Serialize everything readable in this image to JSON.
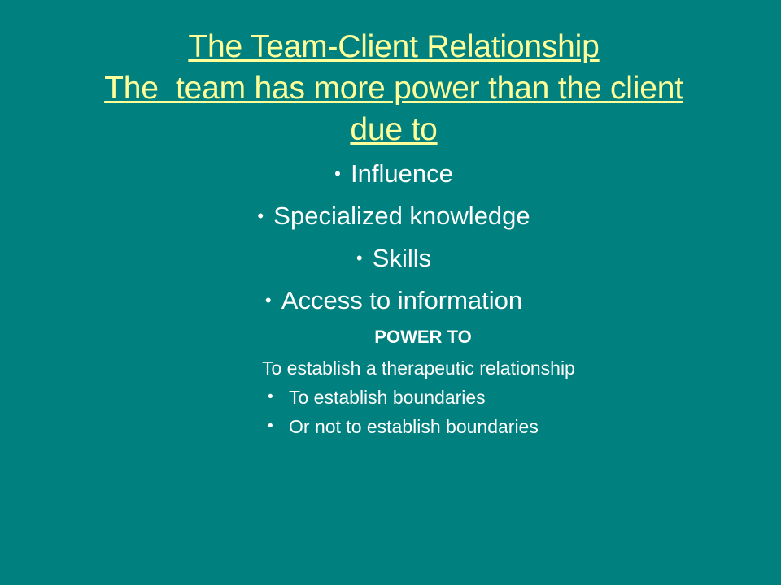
{
  "slide": {
    "background_color": "#008080",
    "title_color": "#FFFF99",
    "body_color": "#FFFFFF",
    "title": {
      "line1": "The Team-Client Relationship",
      "line2": "The  team has more power than the client",
      "line3": "due to"
    },
    "bullets": [
      {
        "marker": "•",
        "text": "Influence"
      },
      {
        "marker": "•",
        "text": "Specialized knowledge"
      },
      {
        "marker": "•",
        "text": "Skills"
      },
      {
        "marker": "•",
        "text": "Access to information"
      }
    ],
    "power_section": {
      "heading": "POWER TO",
      "items": [
        {
          "marker": "",
          "text": "To establish a therapeutic relationship"
        },
        {
          "marker": "•",
          "text": "To establish boundaries"
        },
        {
          "marker": "•",
          "text": "Or not to establish boundaries"
        }
      ]
    }
  }
}
